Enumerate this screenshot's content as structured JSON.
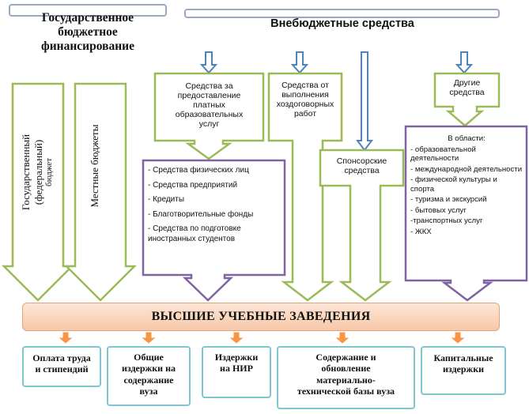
{
  "headers": {
    "state_funding": [
      "Государственное",
      "бюджетное",
      "финансирование"
    ],
    "extra_budget": "Внебюджетные средства"
  },
  "budget_columns": {
    "federal": [
      "Государственный",
      "(федеральный)",
      "бюджет"
    ],
    "local": "Местные бюджеты"
  },
  "sources": {
    "paid_services": [
      "Средства за",
      "предоставление",
      "платных",
      "образовательных",
      "услуг"
    ],
    "contracts": [
      "Средства от",
      "выполнения",
      "хоздоговорных",
      "работ"
    ],
    "sponsors": [
      "Спонсорские",
      "средства"
    ],
    "other": [
      "Другие",
      "средства"
    ]
  },
  "paid_list": [
    "- Средства физических лиц",
    "- Средства предприятий",
    "- Кредиты",
    "- Благотворительные фонды",
    "- Средства по подготовке иностранных студентов"
  ],
  "regions": {
    "title": "В области:",
    "items": [
      "- образовательной деятельности",
      "- международной деятельности",
      "- физической культуры и спорта",
      "- туризма и экскурсий",
      "- бытовых услуг",
      "-транспортных услуг",
      "- ЖКХ"
    ]
  },
  "center": "ВЫСШИЕ УЧЕБНЫЕ ЗАВЕДЕНИЯ",
  "outputs": [
    [
      "Оплата труда",
      "и стипендий"
    ],
    [
      "Общие",
      "издержки на",
      "содержание",
      "вуза"
    ],
    [
      "Издержки",
      "на НИР"
    ],
    [
      "Содержание и",
      "обновление",
      "материально-",
      "технической базы вуза"
    ],
    [
      "Капитальные",
      "издержки"
    ]
  ],
  "colors": {
    "green": "#9bbb59",
    "purple": "#8064a2",
    "blue": "#4f81bd",
    "cyan": "#7fc6d0",
    "orange": "#f79646"
  }
}
